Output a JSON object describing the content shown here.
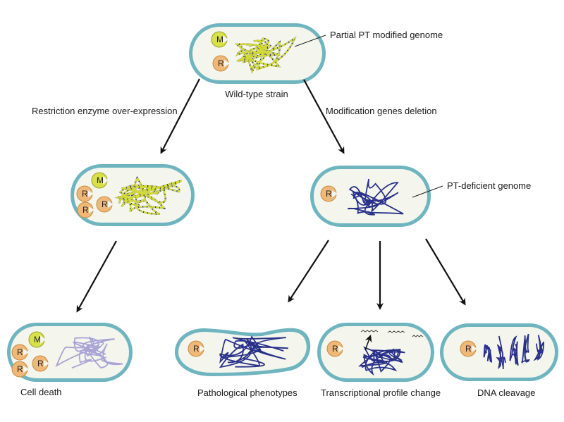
{
  "labels": {
    "partial_pt_genome": "Partial PT modified genome",
    "wild_type": "Wild-type strain",
    "restriction_overexpression": "Restriction enzyme over-expression",
    "modification_deletion": "Modification genes deletion",
    "pt_deficient_genome": "PT-deficient genome",
    "cell_death": "Cell death",
    "pathological": "Pathological phenotypes",
    "transcriptional": "Transcriptional profile change",
    "dna_cleavage": "DNA cleavage"
  },
  "enzymes": {
    "methylase": "M",
    "restriction": "R"
  },
  "colors": {
    "cell_outer": "#6fb5c0",
    "cell_inner": "#f4f5ec",
    "methylase_fill": "#d8e04a",
    "restriction_fill": "#efb878",
    "dna_modified_dark": "#1c2a6e",
    "dna_modified_light": "#d4d93a",
    "dna_deficient": "#28308a",
    "dna_dead": "#a9a3d6",
    "arrow": "#111111"
  }
}
